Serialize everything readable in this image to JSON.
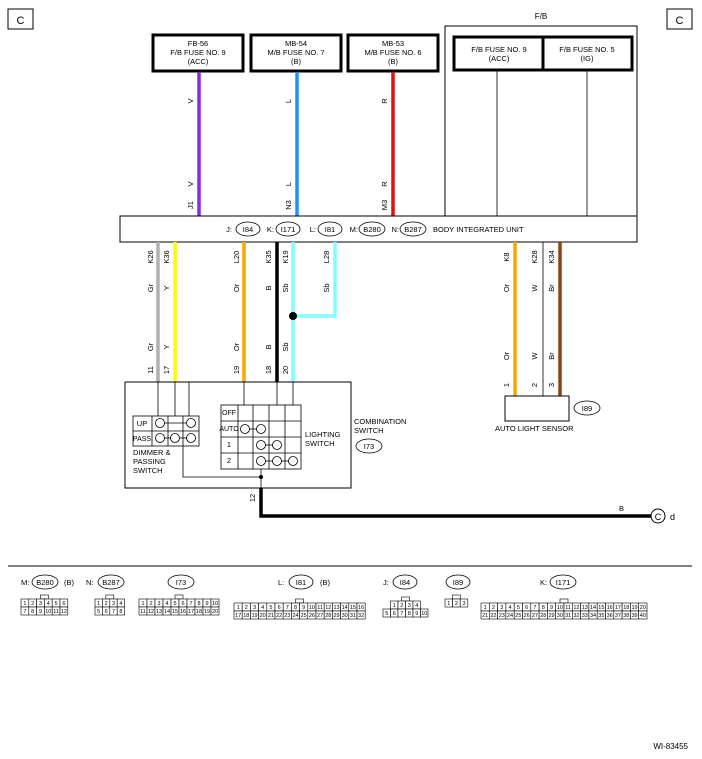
{
  "corner_labels": {
    "left": "C",
    "right": "C",
    "bottom_connector": "C",
    "bottom_connector_suffix": "d"
  },
  "fb_label": "F/B",
  "fuse_boxes": [
    {
      "id": "fb56",
      "line1": "FB-56",
      "line2": "F/B FUSE NO. 9",
      "line3": "(ACC)",
      "wire": "V",
      "pin": "J1",
      "color": "#8a2be2"
    },
    {
      "id": "mb54",
      "line1": "MB-54",
      "line2": "M/B FUSE NO. 7",
      "line3": "(B)",
      "wire": "L",
      "pin": "N3",
      "color": "#1e90ff"
    },
    {
      "id": "mb53",
      "line1": "MB-53",
      "line2": "M/B FUSE NO. 6",
      "line3": "(B)",
      "wire": "R",
      "pin": "M3",
      "color": "#e01010"
    },
    {
      "id": "fb9",
      "line1": "F/B FUSE NO. 9",
      "line2": "(ACC)",
      "line3": ""
    },
    {
      "id": "fb5",
      "line1": "F/B FUSE NO. 5",
      "line2": "(IG)",
      "line3": ""
    }
  ],
  "biu": {
    "label": "BODY INTEGRATED UNIT",
    "connectors": [
      {
        "prefix": "J:",
        "code": "I84"
      },
      {
        "prefix": "K:",
        "code": "I171"
      },
      {
        "prefix": "L:",
        "code": "I81"
      },
      {
        "prefix": "M:",
        "code": "B280"
      },
      {
        "prefix": "N:",
        "code": "B287"
      }
    ]
  },
  "lower_wires": [
    {
      "id": "w1",
      "pin_top": "K26",
      "color_top": "Gr",
      "color_bot": "Gr",
      "pin_bot": "11"
    },
    {
      "id": "w2",
      "pin_top": "K36",
      "color_top": "Y",
      "color_bot": "Y",
      "pin_bot": "17"
    },
    {
      "id": "w3",
      "pin_top": "L20",
      "color_top": "Or",
      "color_bot": "Or",
      "pin_bot": "19"
    },
    {
      "id": "w4",
      "pin_top": "K35",
      "color_top": "B",
      "color_bot": "B",
      "pin_bot": "18"
    },
    {
      "id": "w5",
      "pin_top": "K19",
      "color_top": "Sb",
      "color_bot": "Sb",
      "pin_bot": "20"
    },
    {
      "id": "w6",
      "pin_top": "L28",
      "color_top": "Sb",
      "color_bot": "",
      "pin_bot": ""
    },
    {
      "id": "w7",
      "pin_top": "K8",
      "color_top": "Or",
      "color_bot": "Or",
      "pin_bot": "1"
    },
    {
      "id": "w8",
      "pin_top": "K28",
      "color_top": "W",
      "color_bot": "W",
      "pin_bot": "2"
    },
    {
      "id": "w9",
      "pin_top": "K34",
      "color_top": "Br",
      "color_bot": "Br",
      "pin_bot": "3"
    }
  ],
  "combination_switch": {
    "label1": "COMBINATION",
    "label2": "SWITCH",
    "code": "I73",
    "dimmer": {
      "up": "UP",
      "pass": "PASS",
      "label1": "DIMMER &",
      "label2": "PASSING",
      "label3": "SWITCH"
    },
    "lighting": {
      "rows": [
        "OFF",
        "AUTO",
        "1",
        "2"
      ],
      "label1": "LIGHTING",
      "label2": "SWITCH"
    },
    "ground_pin": "12",
    "ground_wire": "B"
  },
  "auto_light_sensor": {
    "label": "AUTO LIGHT SENSOR",
    "code": "I89"
  },
  "connector_legend": [
    {
      "prefix": "M:",
      "code": "B280",
      "suffix": "(B)",
      "rows": [
        [
          "1",
          "2",
          "3",
          "4",
          "5",
          "6"
        ],
        [
          "7",
          "8",
          "9",
          "10",
          "11",
          "12"
        ]
      ]
    },
    {
      "prefix": "N:",
      "code": "B287",
      "suffix": "",
      "rows": [
        [
          "1",
          "2",
          "3",
          "4"
        ],
        [
          "5",
          "6",
          "7",
          "8"
        ]
      ]
    },
    {
      "prefix": "",
      "code": "I73",
      "suffix": "",
      "rows": [
        [
          "1",
          "2",
          "3",
          "4",
          "5",
          "6",
          "7",
          "8",
          "9",
          "10"
        ],
        [
          "11",
          "12",
          "13",
          "14",
          "15",
          "16",
          "17",
          "18",
          "19",
          "20"
        ]
      ]
    },
    {
      "prefix": "L:",
      "code": "I81",
      "suffix": "(B)",
      "rows": [
        [
          "1",
          "2",
          "3",
          "4",
          "5",
          "6",
          "7",
          "8",
          "9",
          "10",
          "11",
          "12",
          "13",
          "14",
          "15",
          "16"
        ],
        [
          "17",
          "18",
          "19",
          "20",
          "21",
          "22",
          "23",
          "24",
          "25",
          "26",
          "27",
          "28",
          "29",
          "30",
          "31",
          "32"
        ]
      ]
    },
    {
      "prefix": "J:",
      "code": "I84",
      "suffix": "",
      "rows": [
        [
          "1",
          "2",
          "3",
          "4"
        ],
        [
          "5",
          "6",
          "7",
          "8",
          "9",
          "10"
        ]
      ]
    },
    {
      "prefix": "",
      "code": "I89",
      "suffix": "",
      "rows": [
        [
          "1",
          "2",
          "3"
        ]
      ]
    },
    {
      "prefix": "K:",
      "code": "I171",
      "suffix": "",
      "rows": [
        [
          "1",
          "2",
          "3",
          "4",
          "5",
          "6",
          "7",
          "8",
          "9",
          "10",
          "11",
          "12",
          "13",
          "14",
          "15",
          "16",
          "17",
          "18",
          "19",
          "20"
        ],
        [
          "21",
          "22",
          "23",
          "24",
          "25",
          "26",
          "27",
          "28",
          "29",
          "30",
          "31",
          "32",
          "33",
          "34",
          "35",
          "36",
          "37",
          "38",
          "39",
          "40"
        ]
      ]
    }
  ],
  "figure_id": "WI-83455"
}
